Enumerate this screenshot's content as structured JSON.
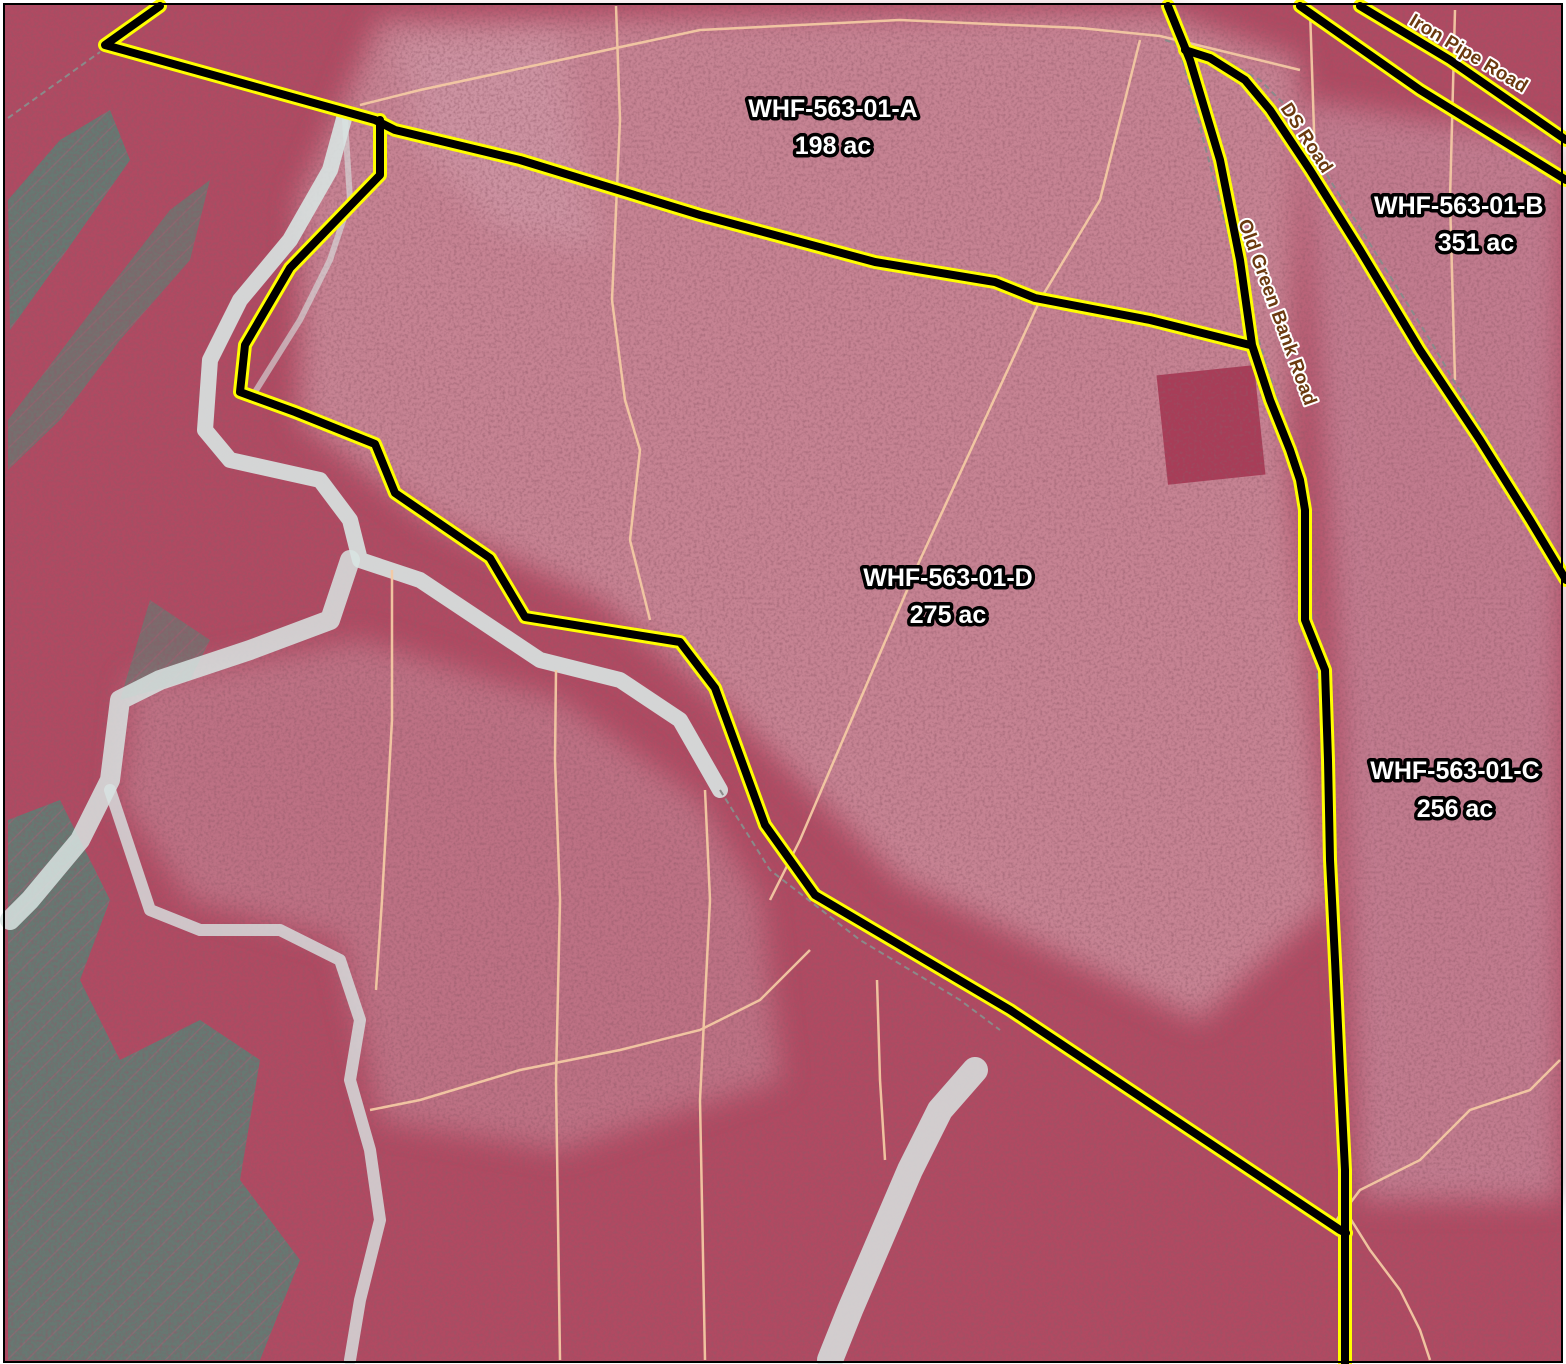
{
  "map": {
    "stands": [
      {
        "id": "WHF-563-01-A",
        "area": "198 ac"
      },
      {
        "id": "WHF-563-01-D",
        "area": "275 ac"
      },
      {
        "id": "WHF-563-01-C",
        "area": "256 ac"
      },
      {
        "id": "WHF-563-01-B",
        "area": "351 ac"
      }
    ],
    "roads": [
      "Iron Pipe Road",
      "DS Road",
      "Old Green Bank Road"
    ],
    "colors": {
      "vegetation": "#b04a62",
      "vegetation_light": "#c98a99",
      "wetland": "#5f7e74",
      "stream_sand": "#d8e4e2",
      "boundary_outer": "#ffff00",
      "boundary_inner": "#000000",
      "trail": "#f3c9a3",
      "road_label": "#6b3a10"
    }
  }
}
